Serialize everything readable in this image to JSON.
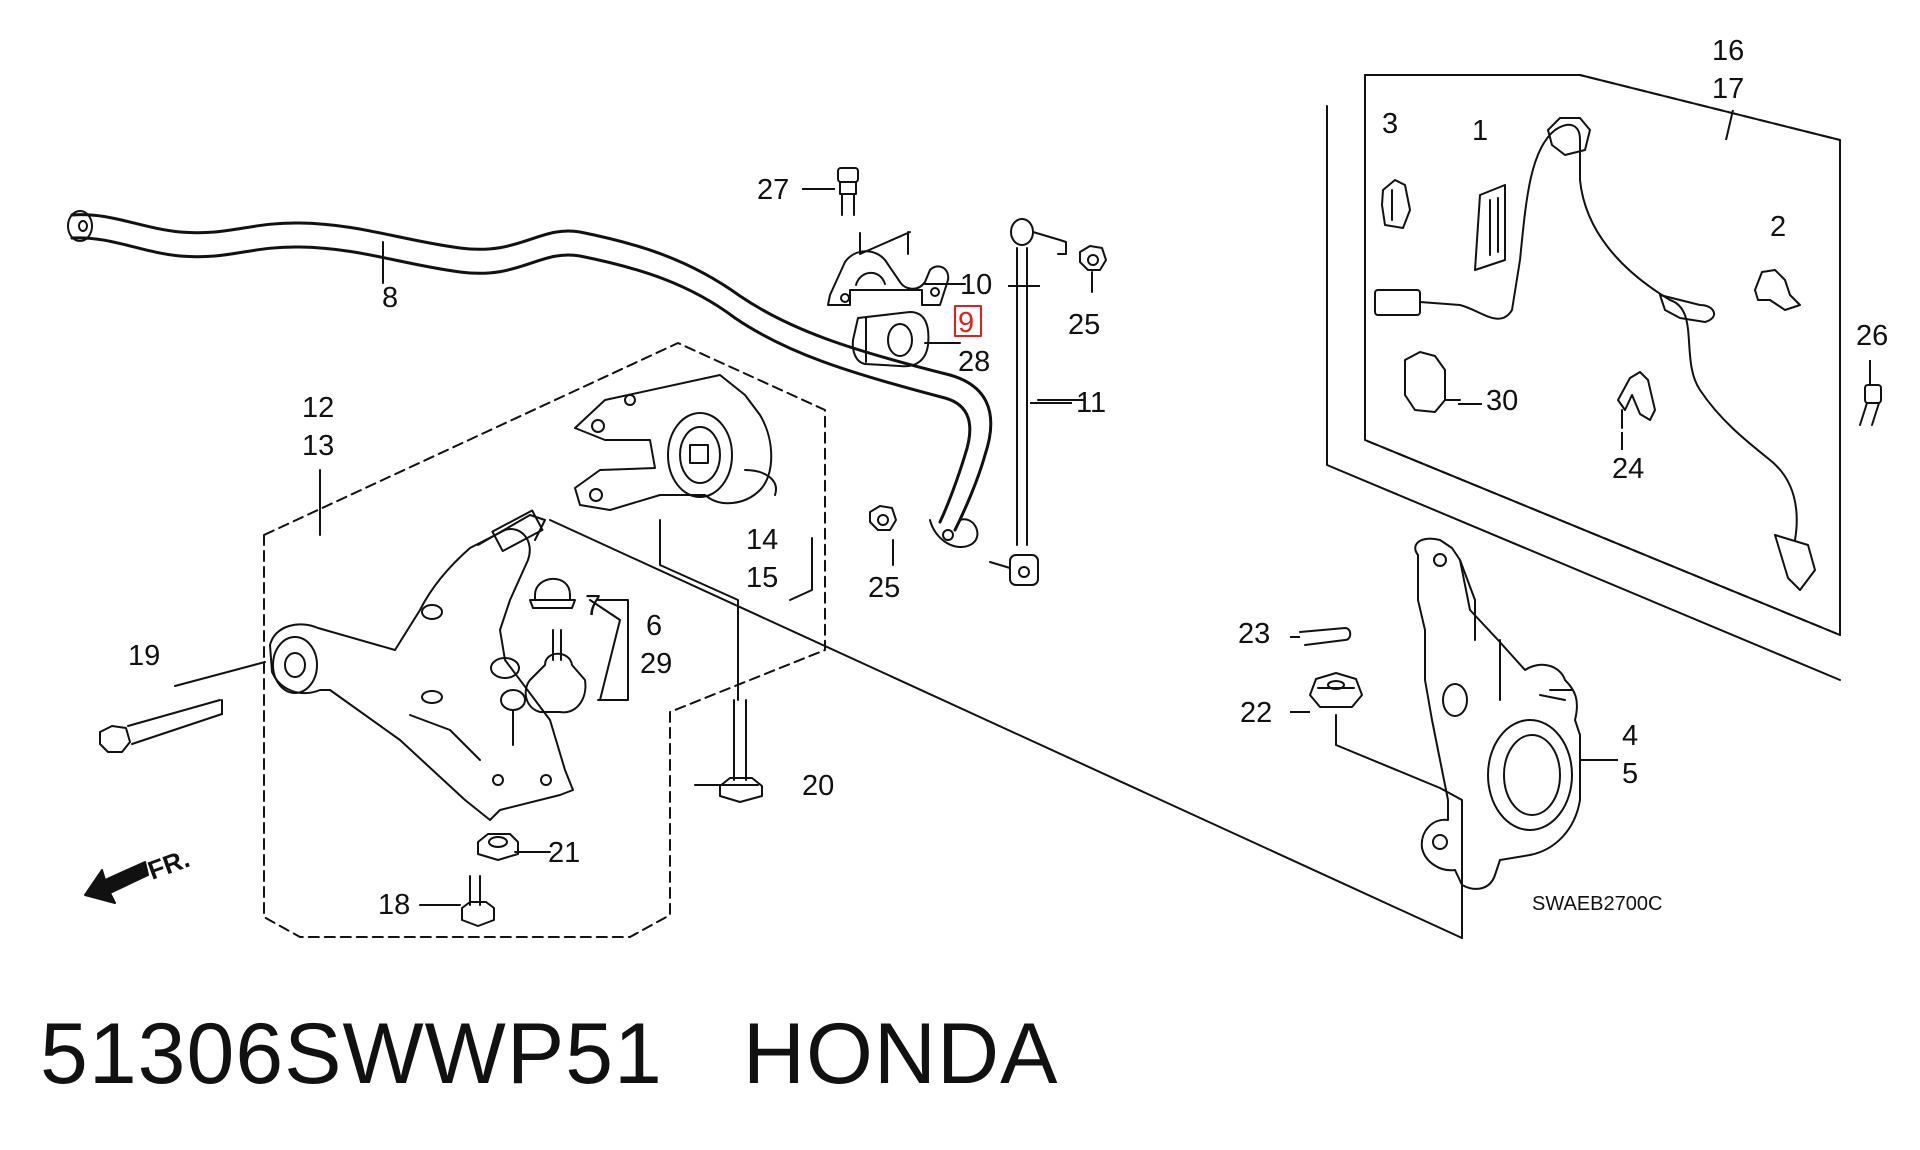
{
  "diagram": {
    "callouts": {
      "c8": "8",
      "c27": "27",
      "c10": "10",
      "c9": "9",
      "c28": "28",
      "c25a": "25",
      "c11": "11",
      "c12": "12",
      "c13": "13",
      "c14": "14",
      "c15": "15",
      "c25b": "25",
      "c7": "7",
      "c6": "6",
      "c29": "29",
      "c19": "19",
      "c20": "20",
      "c21": "21",
      "c18": "18",
      "c16": "16",
      "c17": "17",
      "c3": "3",
      "c1": "1",
      "c2": "2",
      "c26": "26",
      "c30": "30",
      "c24": "24",
      "c23": "23",
      "c22": "22",
      "c4": "4",
      "c5": "5"
    },
    "front_indicator": "FR.",
    "drawing_code": "SWAEB2700C",
    "highlight_color": "#e02020"
  },
  "caption": {
    "part_number": "51306SWWP51",
    "brand": "HONDA"
  }
}
